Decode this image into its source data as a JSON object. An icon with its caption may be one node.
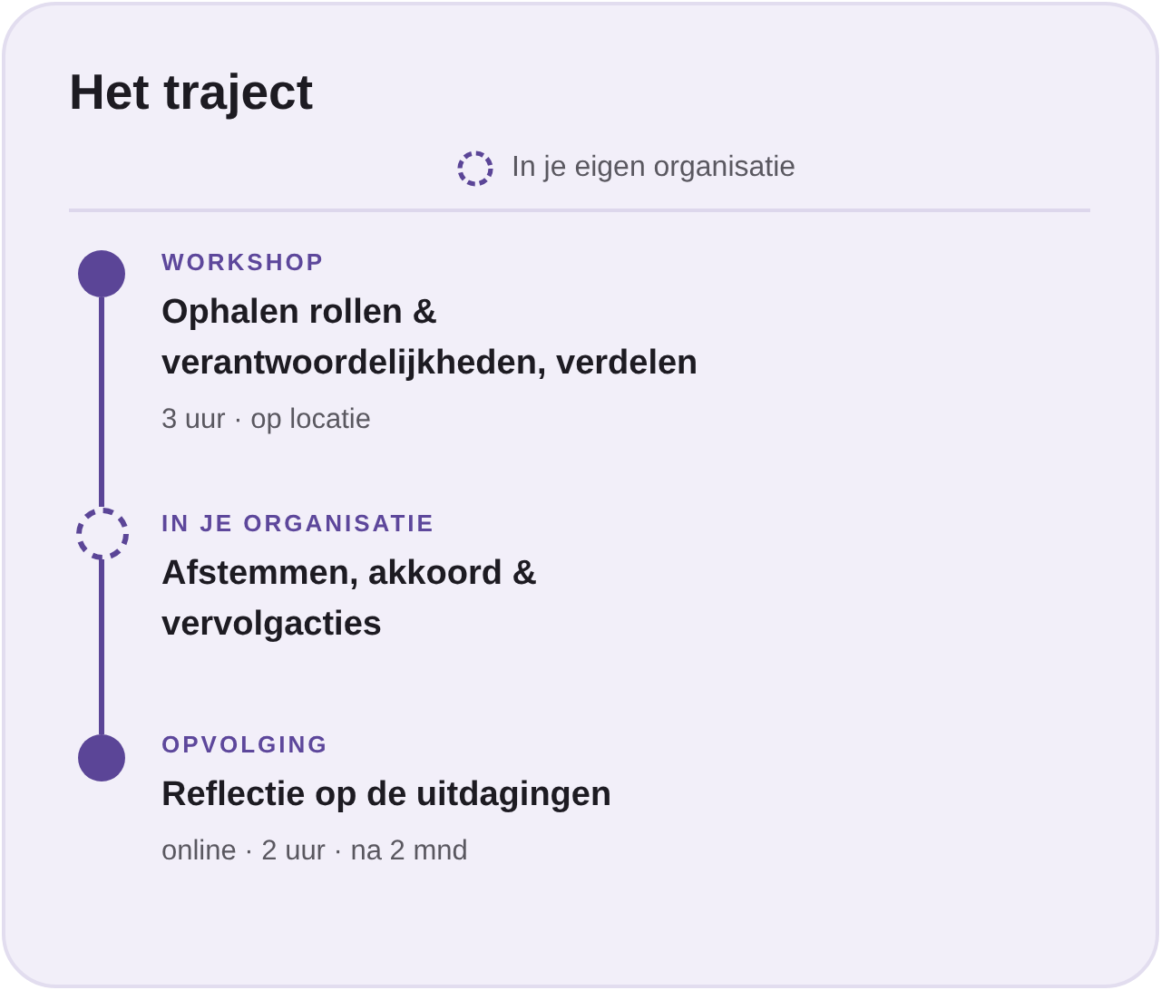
{
  "diagram": {
    "title": "Het traject",
    "nodes": [
      {
        "text": [],
        "shape": "circle",
        "beside": [
          "WORKSHOP",
          "Ophalen rollen & verantwoordelijkheden, verdelen",
          "3 uur · op locatie"
        ]
      },
      {
        "text": [],
        "shape": "ring",
        "beside": [
          "IN JE ORGANISATIE",
          "Afstemmen, akkoord & vervolgacties"
        ]
      },
      {
        "text": [],
        "shape": "circle",
        "beside": [
          "OPVOLGING",
          "Reflectie op de uitdagingen",
          "online · 2 uur · na 2 mnd"
        ]
      }
    ],
    "edges": [
      {
        "from": 0,
        "to": 1,
        "arrow": "none"
      },
      {
        "from": 1,
        "to": 2,
        "arrow": "none"
      }
    ],
    "legend": [
      {
        "text": "In je eigen organisatie"
      }
    ]
  }
}
